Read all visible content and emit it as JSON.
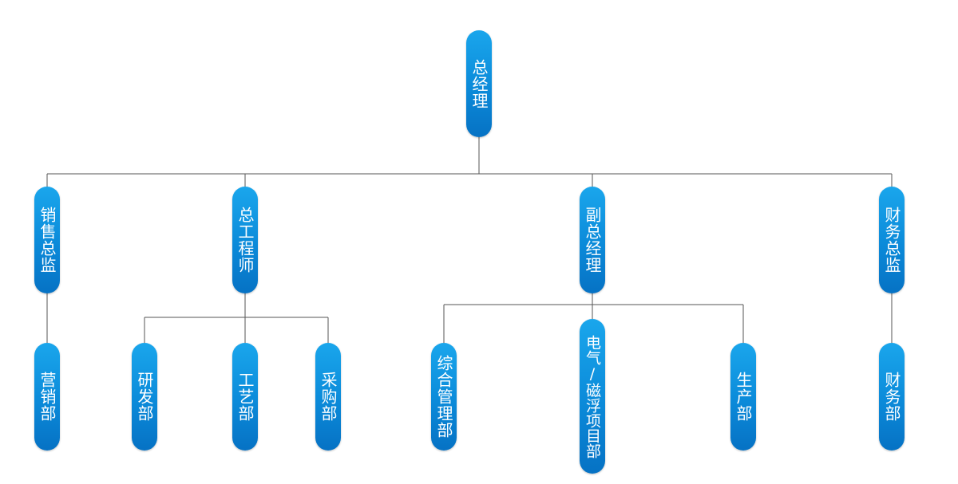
{
  "org_chart": {
    "root": {
      "id": "gm",
      "label": "总经理"
    },
    "level1": [
      {
        "id": "sales-director",
        "label": "销售总监"
      },
      {
        "id": "chief-engineer",
        "label": "总工程师"
      },
      {
        "id": "deputy-gm",
        "label": "副总经理"
      },
      {
        "id": "finance-director",
        "label": "财务总监"
      }
    ],
    "level2": [
      {
        "id": "marketing-dept",
        "parent": "sales-director",
        "label": "营销部"
      },
      {
        "id": "rnd-dept",
        "parent": "chief-engineer",
        "label": "研发部"
      },
      {
        "id": "process-dept",
        "parent": "chief-engineer",
        "label": "工艺部"
      },
      {
        "id": "purchasing-dept",
        "parent": "chief-engineer",
        "label": "采购部"
      },
      {
        "id": "admin-dept",
        "parent": "deputy-gm",
        "label": "综合管理部"
      },
      {
        "id": "maglev-dept",
        "parent": "deputy-gm",
        "label": "电气/磁浮项目部"
      },
      {
        "id": "production-dept",
        "parent": "deputy-gm",
        "label": "生产部"
      },
      {
        "id": "finance-dept",
        "parent": "finance-director",
        "label": "财务部"
      }
    ],
    "colors": {
      "node": "#0b8ad9",
      "node_text": "#ffffff",
      "connector": "#555555"
    }
  }
}
